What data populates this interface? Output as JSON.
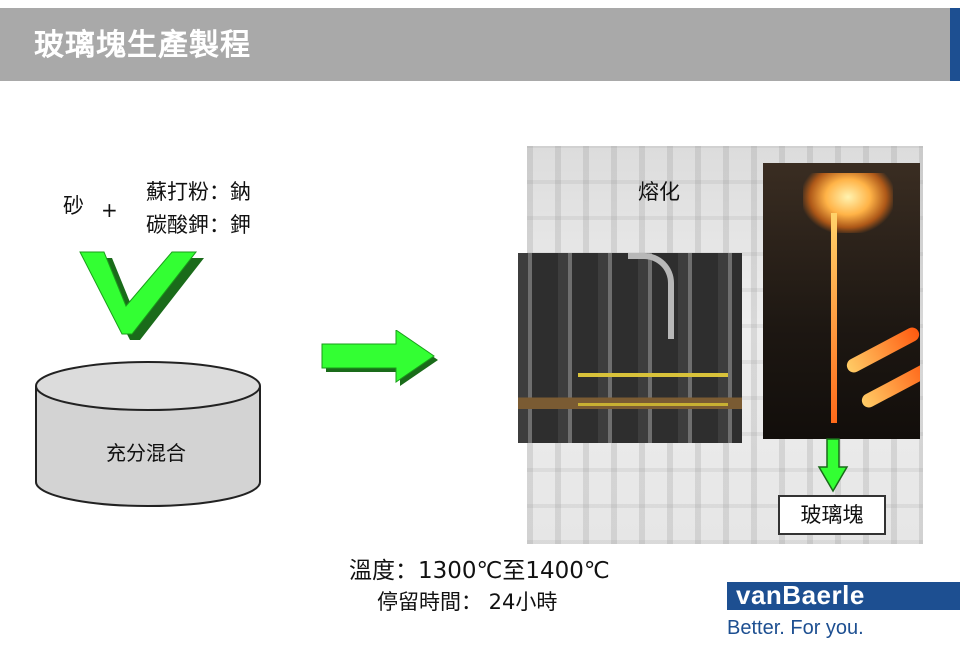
{
  "slide": {
    "title": "玻璃塊生產製程"
  },
  "ingredients": {
    "sand": "砂",
    "plus": "+",
    "chem1": "蘇打粉：鈉",
    "chem2": "碳酸鉀：鉀"
  },
  "mixing": {
    "label": "充分混合"
  },
  "melting": {
    "label": "熔化",
    "product": "玻璃塊"
  },
  "conditions": {
    "temperature": "溫度：1300℃至1400℃",
    "residence_time": "停留時間： 24小時"
  },
  "logo": {
    "wordmark": "vanBaerle",
    "tagline": "Better. For you."
  },
  "colors": {
    "title_bar": "#a9a9a9",
    "brand_blue": "#1d4f91",
    "arrow_green": "#33ff33"
  }
}
